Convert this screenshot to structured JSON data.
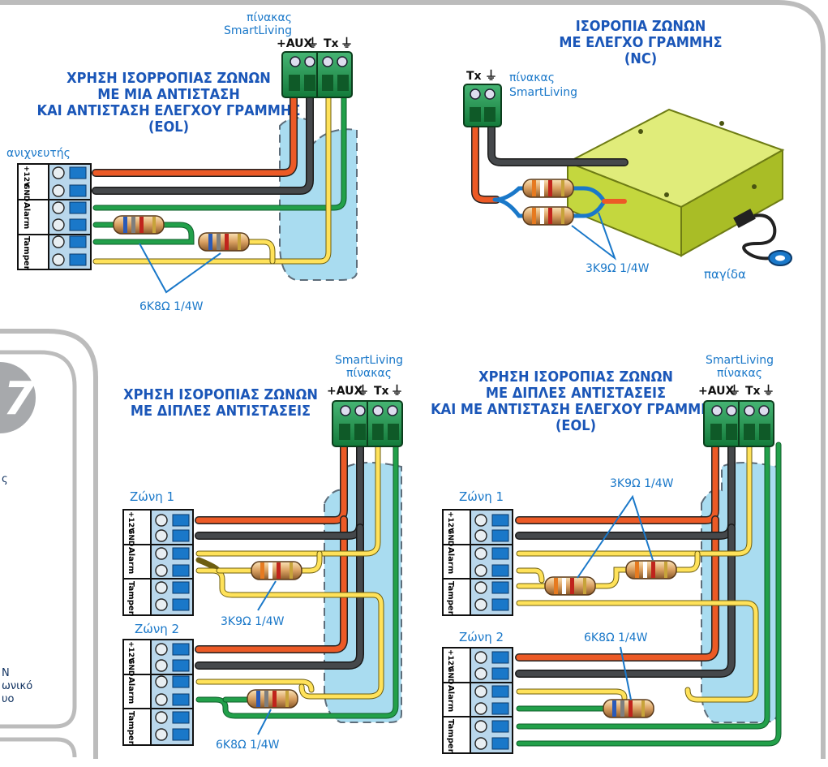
{
  "colors": {
    "accent": "#1a56b8",
    "text": "#0d2f5e",
    "red": "#ec5a26",
    "black": "#3a3d40",
    "green": "#1e9a45",
    "yellow": "#ffe25a",
    "blue": "#1a78c9",
    "water": "#8ecfe8",
    "box": "#c4d73e"
  },
  "top_left": {
    "panel_label": "πίνακας",
    "panel_name": "SmartLiving",
    "title": [
      "ΧΡΗΣΗ ΙΣΟΡΡΟΠΙΑΣ ΖΩΝΩΝ",
      "ΜΕ ΜΙΑ ΑΝΤΙΣΤΑΣΗ",
      "ΚΑΙ ΑΝΤΙΣΤΑΣΗ ΕΛΕΓΧΟΥ ΓΡΑΜΜΗΣ",
      "(EOL)"
    ],
    "detector_label": "ανιχνευτής",
    "resistor_label": "6K8Ω 1/4W"
  },
  "top_right": {
    "title": [
      "ΙΣΟΡΟΠΙΑ ΖΩΝΩΝ",
      "ΜΕ ΕΛΕΓΧΟ ΓΡΑΜΜΗΣ",
      "(NC)"
    ],
    "panel_label": "πίνακας",
    "panel_name": "SmartLiving",
    "resistor_label": "3K9Ω 1/4W",
    "trap_label": "παγίδα"
  },
  "bottom_middle": {
    "panel_name": "SmartLiving",
    "panel_label": "πίνακας",
    "title": [
      "ΧΡΗΣΗ ΙΣΟΡΟΠΙΑΣ ΖΩΝΩΝ",
      "ΜΕ ΔΙΠΛΕΣ ΑΝΤΙΣΤΑΣΕΙΣ"
    ],
    "zone1": "Ζώνη 1",
    "zone2": "Ζώνη 2",
    "resistor1_label": "3K9Ω 1/4W",
    "resistor2_label": "6K8Ω 1/4W"
  },
  "bottom_right": {
    "panel_name": "SmartLiving",
    "panel_label": "πίνακας",
    "title": [
      "ΧΡΗΣΗ ΙΣΟΡΟΠΙΑΣ ΖΩΝΩΝ",
      "ΜΕ ΔΙΠΛΕΣ ΑΝΤΙΣΤΑΣΕΙΣ",
      "ΚΑΙ ΜΕ ΑΝΤΙΣΤΑΣΗ ΕΛΕΓΧΟΥ ΓΡΑΜΜΗΣ",
      "(EOL)"
    ],
    "zone1": "Ζώνη 1",
    "zone2": "Ζώνη 2",
    "resistor1_label": "3K9Ω 1/4W",
    "resistor2_label": "6K8Ω 1/4W"
  },
  "terminal_labels": {
    "aux": "+AUX",
    "tx": "Tx",
    "earth": "⏚"
  },
  "detector_labels": {
    "p12": "+12V",
    "gnd": "GND",
    "alarm": "Alarm",
    "tamper": "Tamper"
  },
  "side_panel": {
    "badge": "7",
    "line1": "ς",
    "line2": "Ν",
    "line3": "ωνικό",
    "line4": "υο"
  }
}
